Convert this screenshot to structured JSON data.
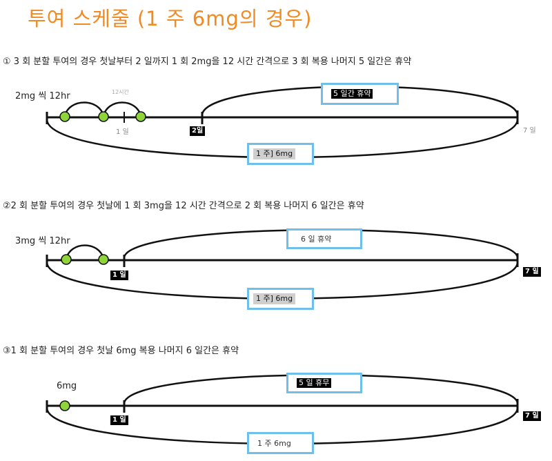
{
  "title": "투여 스케줄 (1 주 6mg의 경우)",
  "section1": {
    "heading": "① 3 회 분할 투여의 경우 첫날부터 2 일까지 1 회 2mg을 12 시간 간격으로 3 회 복용 나머지 5 일간은 휴약",
    "dose_label": "2mg 씩 12hr",
    "small_note": "12시간",
    "day_a": "1 일",
    "day_b": "2일",
    "day_end": "7 일",
    "rest_box": "5 일간 휴약",
    "week_box": "1 주] 6mg"
  },
  "section2": {
    "heading": "②2 회 분할 투여의 경우 첫날에 1 회 3mg을 12 시간 간격으로 2 회 복용 나머지 6 일간은 휴약",
    "dose_label": "3mg 씩 12hr",
    "day_a": "1 일",
    "day_end": "7 일",
    "rest_box": "6 일 휴약",
    "week_box": "1 주] 6mg"
  },
  "section3": {
    "heading": "③1 회 분할 투여의 경우 첫날 6mg 복용 나머지 6 일간은 휴약",
    "dose_label": "6mg",
    "day_a": "1 일",
    "day_end": "7 일",
    "rest_box": "5 일 휴무",
    "week_box": "1 주 6mg"
  },
  "colors": {
    "title": "#f28a22",
    "dose_dot": "#8ed43a",
    "box_border": "#6ec0ea"
  }
}
